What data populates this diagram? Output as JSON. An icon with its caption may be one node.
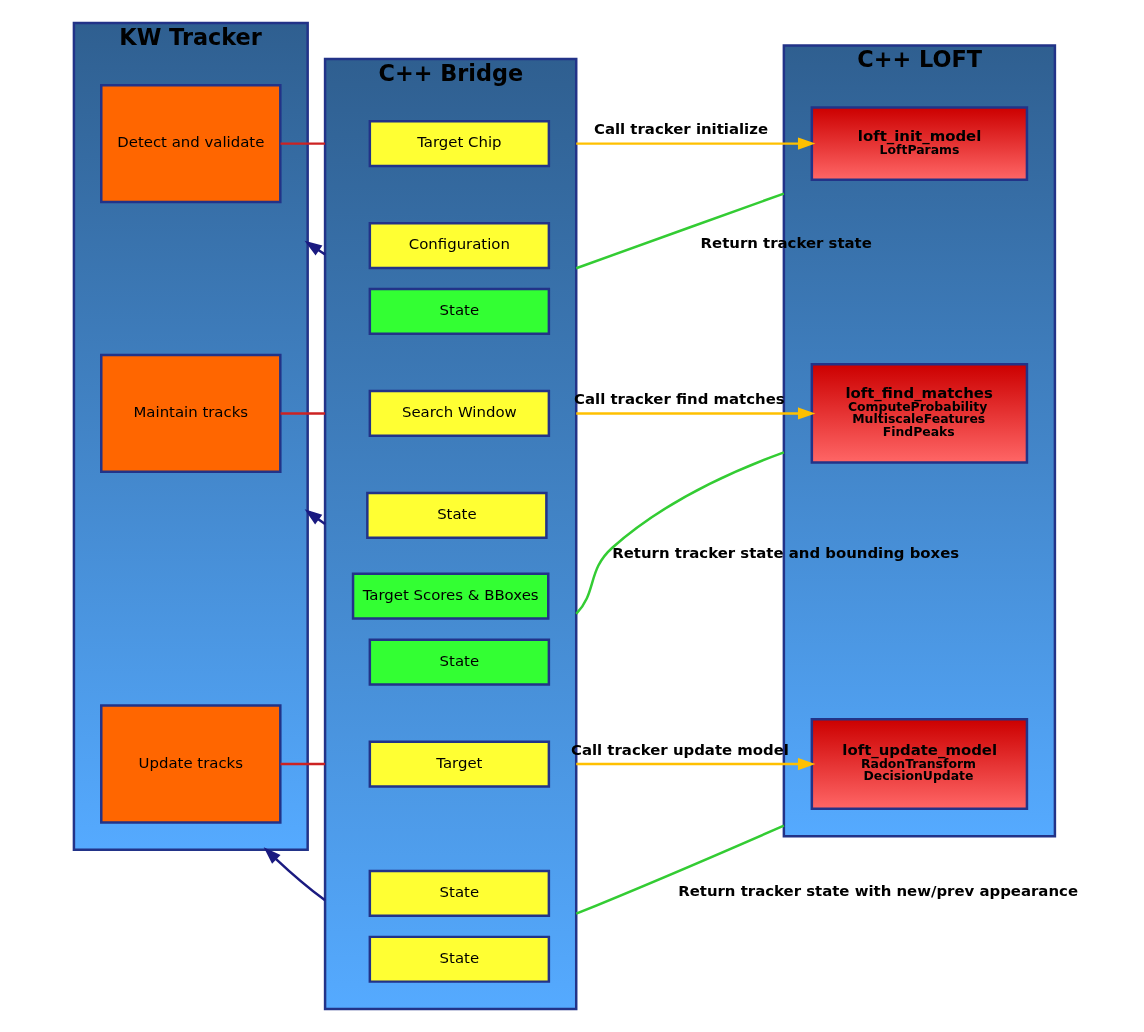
{
  "diagram": {
    "nodes": [
      {
        "text": [
          "KW Tracker"
        ]
      },
      {
        "text": [
          "Detect and validate"
        ],
        "in": 0
      },
      {
        "text": [
          "Maintain tracks"
        ],
        "in": 0
      },
      {
        "text": [
          "Update tracks"
        ],
        "in": 0
      },
      {
        "text": [
          "C++ Bridge"
        ]
      },
      {
        "text": [
          "Target Chip"
        ],
        "in": 4
      },
      {
        "text": [
          "Configuration"
        ],
        "in": 4
      },
      {
        "text": [
          "State"
        ],
        "in": 4
      },
      {
        "text": [
          "Search Window"
        ],
        "in": 4
      },
      {
        "text": [
          "State"
        ],
        "in": 4
      },
      {
        "text": [
          "Target Scores & BBoxes"
        ],
        "in": 4
      },
      {
        "text": [
          "State"
        ],
        "in": 4
      },
      {
        "text": [
          "Target"
        ],
        "in": 4
      },
      {
        "text": [
          "State"
        ],
        "in": 4
      },
      {
        "text": [
          "State"
        ],
        "in": 4
      },
      {
        "text": [
          "C++ LOFT"
        ]
      },
      {
        "text": [
          "loft_init_model",
          "LoftParams"
        ],
        "in": 15
      },
      {
        "text": [
          "loft_find_matches",
          "ComputeProbability",
          "MultiscaleFeatures",
          "FindPeaks"
        ],
        "in": 15
      },
      {
        "text": [
          "loft_update_model",
          "RadonTransform",
          "DecisionUpdate"
        ],
        "in": 15
      }
    ],
    "edges": [
      {
        "from": 1,
        "to": 4,
        "arrow": "none",
        "color": "#cc2222"
      },
      {
        "from": 4,
        "to": 0,
        "arrow": "to",
        "color": "#1a1a80"
      },
      {
        "from": 4,
        "to": 16,
        "arrow": "to",
        "label": "Call tracker initialize",
        "color": "#ffc000"
      },
      {
        "from": 15,
        "to": 4,
        "arrow": "none",
        "label": "Return tracker state",
        "color": "#33cc33"
      },
      {
        "from": 2,
        "to": 4,
        "arrow": "none",
        "color": "#cc2222"
      },
      {
        "from": 4,
        "to": 0,
        "arrow": "to",
        "color": "#1a1a80"
      },
      {
        "from": 4,
        "to": 17,
        "arrow": "to",
        "label": "Call tracker find matches",
        "color": "#ffc000"
      },
      {
        "from": 15,
        "to": 4,
        "arrow": "none",
        "label": "Return tracker state and bounding boxes",
        "color": "#33cc33"
      },
      {
        "from": 3,
        "to": 4,
        "arrow": "none",
        "color": "#cc2222"
      },
      {
        "from": 4,
        "to": 18,
        "arrow": "to",
        "label": "Call tracker update model",
        "color": "#ffc000"
      },
      {
        "from": 15,
        "to": 4,
        "arrow": "none",
        "label": "Return tracker state with new/prev appearance",
        "color": "#33cc33"
      },
      {
        "from": 4,
        "to": 0,
        "arrow": "to",
        "color": "#1a1a80"
      }
    ]
  }
}
